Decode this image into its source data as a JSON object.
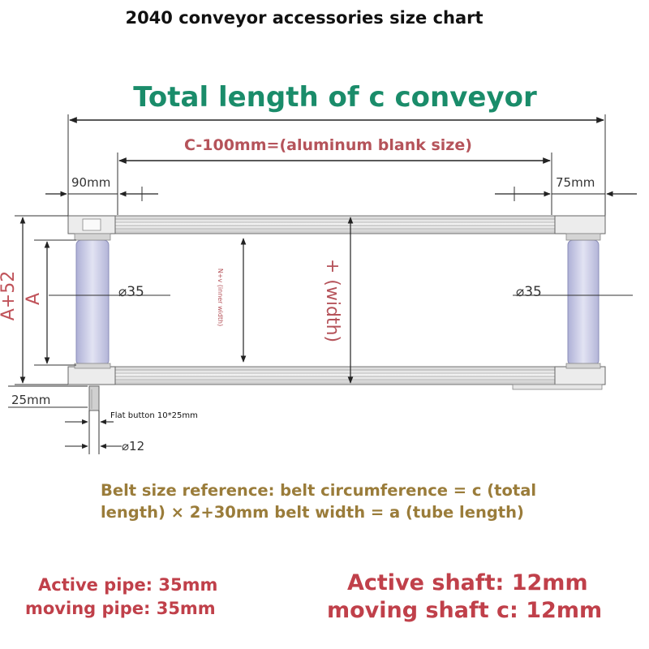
{
  "title": "2040 conveyor accessories size chart",
  "headline": "Total length of c conveyor",
  "dims": {
    "c_minus_100": "C-100mm=(aluminum blank size)",
    "left_end": "90mm",
    "right_end": "75mm",
    "a_plus_52": "A+52",
    "a": "A",
    "left_diameter": "⌀35",
    "right_diameter": "⌀35",
    "inner_width": "N+v (inner width)",
    "width": "+ (width)",
    "shaft_length": "25mm",
    "flat_button": "Flat button 10*25mm",
    "shaft_diameter": "⌀12"
  },
  "notes": {
    "belt": "Belt size reference: belt circumference = c (total length) × 2+30mm belt width = a (tube length)",
    "active_pipe": "Active pipe: 35mm",
    "moving_pipe": "moving pipe: 35mm",
    "active_shaft": "Active shaft: 12mm",
    "moving_shaft": "moving shaft c: 12mm"
  },
  "colors": {
    "headline": "#1a8c6a",
    "dimension_red": "#b5535a",
    "note_gold": "#9a7c3a",
    "roller": "#c9cbe6"
  }
}
